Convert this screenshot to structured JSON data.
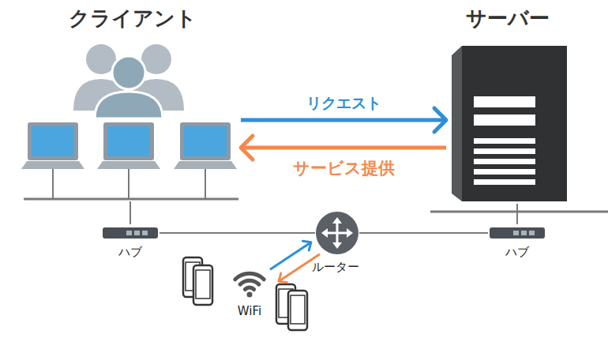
{
  "diagram": {
    "nodes": [
      {
        "text": [
          "クライアント"
        ]
      },
      {
        "text": [
          "サーバー"
        ]
      },
      {
        "text": [
          "ハブ"
        ]
      },
      {
        "text": [
          "ルーター"
        ]
      },
      {
        "text": [
          "ハブ"
        ]
      },
      {
        "text": [
          "WiFi"
        ]
      }
    ],
    "edges": [
      {
        "from": 0,
        "to": 1,
        "arrow": "to",
        "label": "リクエスト"
      },
      {
        "from": 1,
        "to": 0,
        "arrow": "to",
        "label": "サービス提供"
      },
      {
        "from": 0,
        "to": 2,
        "arrow": "none"
      },
      {
        "from": 2,
        "to": 3,
        "arrow": "none"
      },
      {
        "from": 3,
        "to": 4,
        "arrow": "none"
      },
      {
        "from": 1,
        "to": 4,
        "arrow": "none"
      },
      {
        "from": 5,
        "to": 3,
        "arrow": "to"
      },
      {
        "from": 3,
        "to": 5,
        "arrow": "to"
      }
    ]
  }
}
